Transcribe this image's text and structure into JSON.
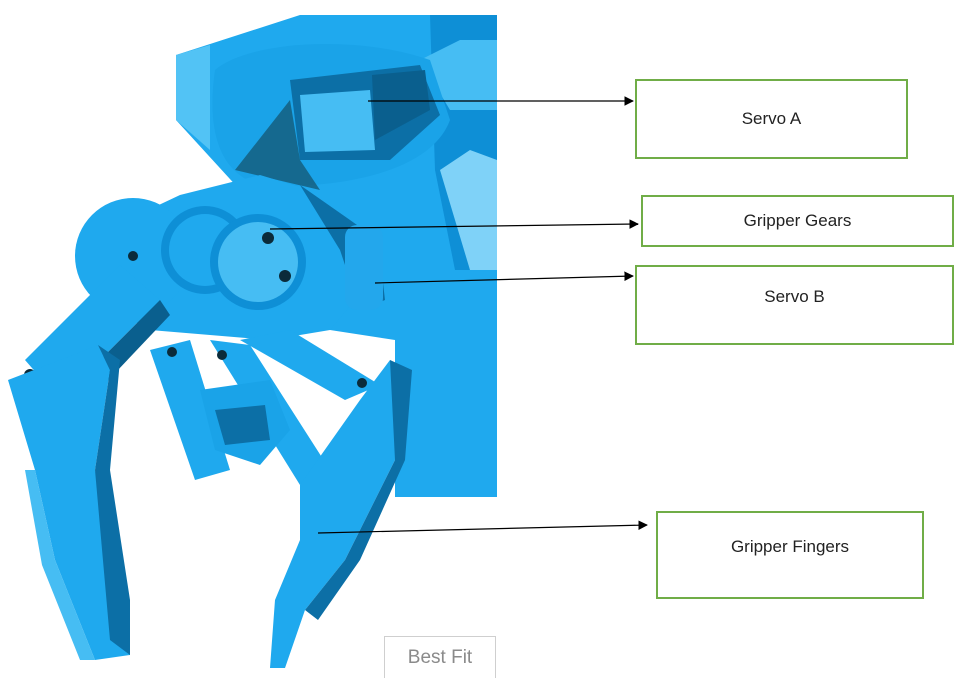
{
  "labels": {
    "servo_a": "Servo A",
    "gripper_gears": "Gripper Gears",
    "servo_b": "Servo B",
    "gripper_fingers": "Gripper Fingers"
  },
  "viewer": {
    "best_fit_label": "Best Fit"
  },
  "colors": {
    "model_body": "#1fa9ee",
    "model_light": "#4cc0f5",
    "model_dark": "#0c6fa6",
    "box_border": "#70ad47",
    "arrow": "#000000"
  }
}
